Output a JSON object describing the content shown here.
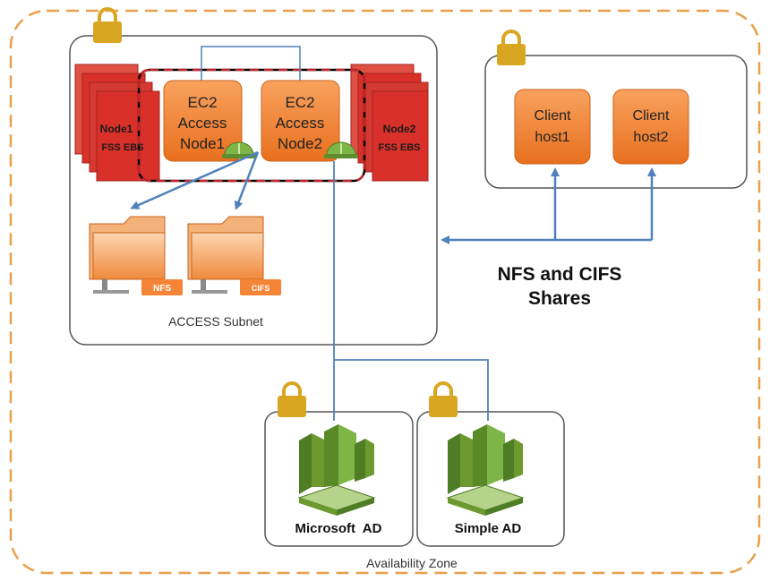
{
  "zone": {
    "label": "Availability Zone"
  },
  "access_subnet": {
    "label": "ACCESS Subnet",
    "nodes": [
      {
        "line1": "EC2",
        "line2": "Access",
        "line3": "Node1"
      },
      {
        "line1": "EC2",
        "line2": "Access",
        "line3": "Node2"
      }
    ],
    "storage_left": {
      "line1": "Node1",
      "line2": "FSS EBS"
    },
    "storage_right": {
      "line1": "Node2",
      "line2": "FSS EBS"
    },
    "share_nfs": "NFS",
    "share_cifs": "CIFS"
  },
  "client_subnet": {
    "hosts": [
      {
        "line1": "Client",
        "line2": "host1"
      },
      {
        "line1": "Client",
        "line2": "host2"
      }
    ]
  },
  "shares_label": {
    "line1": "NFS and CIFS",
    "line2": "Shares"
  },
  "directories": [
    {
      "label": "Microsoft  AD"
    },
    {
      "label": "Simple AD"
    }
  ],
  "colors": {
    "zone_border": "#e8a04a",
    "ec2_orange": "#f58536",
    "arrow_blue": "#4f81bd",
    "ebs_red": "#d9302a",
    "dashed_red": "#c0272d",
    "ad_green": "#6c9a2f",
    "lock_gold": "#d9a623"
  }
}
